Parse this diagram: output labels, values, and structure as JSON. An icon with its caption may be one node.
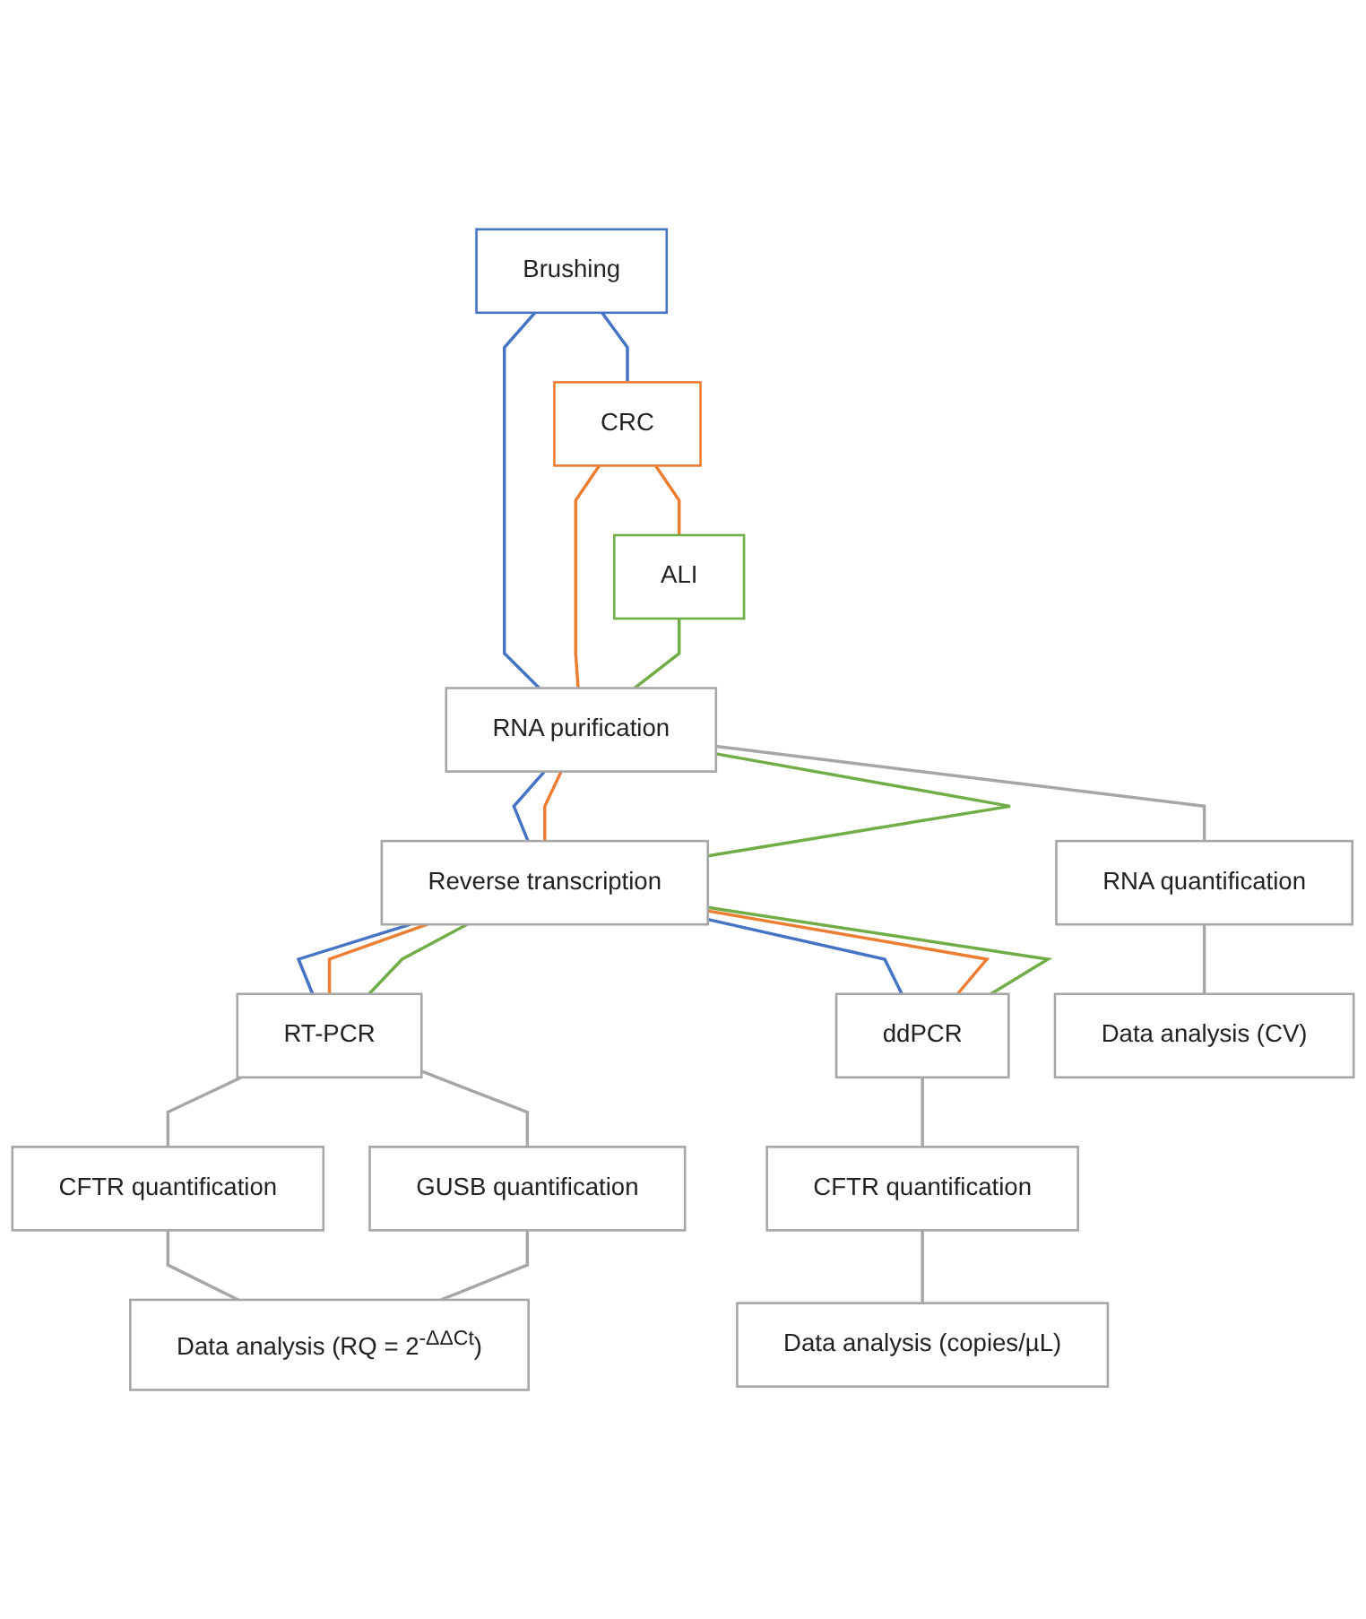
{
  "diagram": {
    "nodes": [
      {
        "text": [
          "Brushing"
        ]
      },
      {
        "text": [
          "CRC"
        ]
      },
      {
        "text": [
          "ALI"
        ]
      },
      {
        "text": [
          "RNA purification"
        ]
      },
      {
        "text": [
          "RNA quantification"
        ]
      },
      {
        "text": [
          "Reverse transcription"
        ]
      },
      {
        "text": [
          "RT-PCR"
        ]
      },
      {
        "text": [
          "ddPCR"
        ]
      },
      {
        "text": [
          "CFTR quantification"
        ]
      },
      {
        "text": [
          "GUSB quantification"
        ]
      },
      {
        "text": [
          "CFTR quantification"
        ]
      },
      {
        "text": [
          "Data analysis (RQ = 2$^{-ΔΔCt}$)"
        ]
      },
      {
        "text": [
          "Data analysis (copies/µL)"
        ]
      },
      {
        "text": [
          "Data analysis (CV)"
        ]
      }
    ],
    "edges": [
      {
        "from": 0,
        "to": 1,
        "arrow": "none",
        "color": "#4472c4"
      },
      {
        "from": 1,
        "to": 2,
        "arrow": "none",
        "color": "#ed7d31"
      },
      {
        "from": 0,
        "to": 3,
        "arrow": "none",
        "color": "#4472c4"
      },
      {
        "from": 1,
        "to": 3,
        "arrow": "none",
        "color": "#ed7d31"
      },
      {
        "from": 2,
        "to": 3,
        "arrow": "none",
        "color": "#70ad47"
      },
      {
        "from": 3,
        "to": 4,
        "arrow": "none"
      },
      {
        "from": 3,
        "to": 5,
        "arrow": "none",
        "color": "#4472c4"
      },
      {
        "from": 3,
        "to": 5,
        "arrow": "none",
        "color": "#ed7d31"
      },
      {
        "from": 3,
        "to": 5,
        "arrow": "none",
        "color": "#70ad47"
      },
      {
        "from": 5,
        "to": 6,
        "arrow": "none",
        "color": "#4472c4"
      },
      {
        "from": 5,
        "to": 7,
        "arrow": "none",
        "color": "#4472c4"
      },
      {
        "from": 5,
        "to": 6,
        "arrow": "none",
        "color": "#ed7d31"
      },
      {
        "from": 5,
        "to": 7,
        "arrow": "none",
        "color": "#ed7d31"
      },
      {
        "from": 5,
        "to": 6,
        "arrow": "none",
        "color": "#70ad47"
      },
      {
        "from": 5,
        "to": 7,
        "arrow": "none",
        "color": "#70ad47"
      },
      {
        "from": 6,
        "to": 8,
        "arrow": "none"
      },
      {
        "from": 6,
        "to": 9,
        "arrow": "none"
      },
      {
        "from": 7,
        "to": 10,
        "arrow": "none"
      },
      {
        "from": 8,
        "to": 11,
        "arrow": "none"
      },
      {
        "from": 9,
        "to": 11,
        "arrow": "none"
      },
      {
        "from": 10,
        "to": 12,
        "arrow": "none"
      },
      {
        "from": 4,
        "to": 13,
        "arrow": "none"
      }
    ]
  }
}
